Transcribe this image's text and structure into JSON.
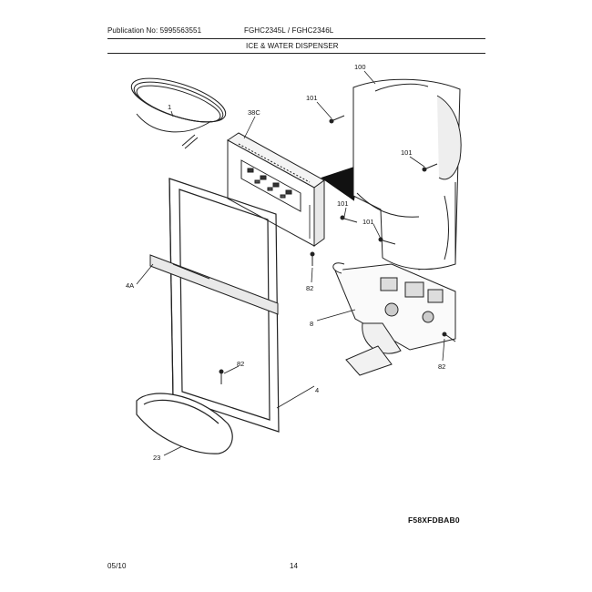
{
  "header": {
    "publication": "Publication No: 5995563551",
    "models": "FGHC2345L / FGHC2346L",
    "section_title": "ICE & WATER DISPENSER"
  },
  "parts": {
    "tubing": "1",
    "control_board": "38C",
    "screw_top": "101",
    "housing": "100",
    "screw_right": "101",
    "screw_mid": "101",
    "screw_low": "101",
    "frame_outer": "4",
    "trim_strip": "4A",
    "screw_left": "82",
    "actuator": "8",
    "screw_right_low": "82",
    "screw_center": "82",
    "drip_tray": "23"
  },
  "drawing_code": "F58XFDBAB0",
  "footer": {
    "date": "05/10",
    "page": "14"
  }
}
